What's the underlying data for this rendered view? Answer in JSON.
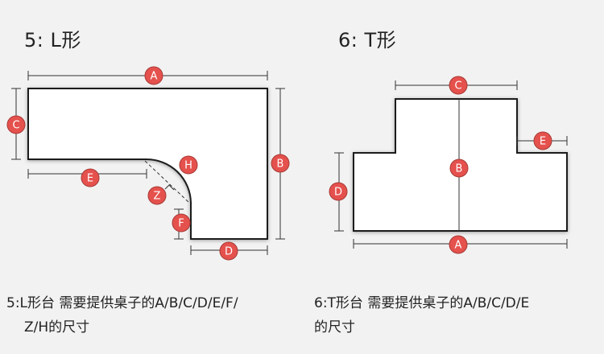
{
  "titles": {
    "l_shape": "5: L形",
    "t_shape": "6: T形"
  },
  "captions": {
    "l_line1": "5:L形台  需要提供桌子的A/B/C/D/E/F/",
    "l_line2": "Z/H的尺寸",
    "t_line1": "6:T形台  需要提供桌子的A/B/C/D/E",
    "t_line2": "的尺寸"
  },
  "badges": {
    "l": {
      "A": "A",
      "B": "B",
      "C": "C",
      "D": "D",
      "E": "E",
      "F": "F",
      "Z": "Z",
      "H": "H"
    },
    "t": {
      "A": "A",
      "B": "B",
      "C": "C",
      "D": "D",
      "E": "E"
    }
  },
  "colors": {
    "badge_fill": "#e5514d",
    "badge_stroke": "#a63a36",
    "shape_fill": "#ffffff",
    "outline": "#1a1a1a",
    "background": "#f2f2f2"
  }
}
